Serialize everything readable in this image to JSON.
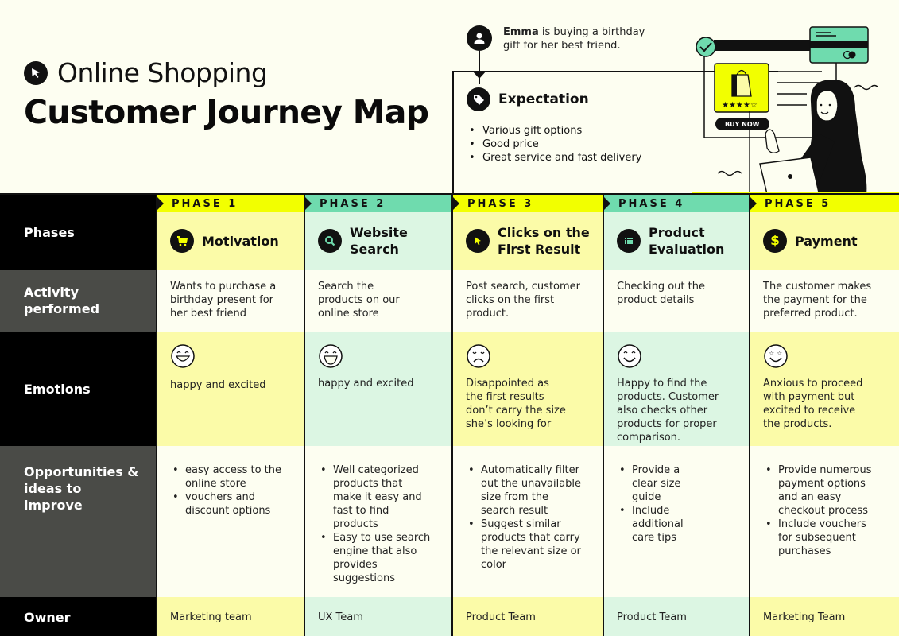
{
  "header": {
    "subtitle": "Online Shopping",
    "title": "Customer Journey Map",
    "subtitle_icon": "cursor-icon"
  },
  "persona": {
    "name": "Emma",
    "text": " is buying a birthday gift for her best friend.",
    "icon": "user-icon"
  },
  "expectation": {
    "title": "Expectation",
    "icon": "tag-icon",
    "items": [
      "Various gift options",
      "Good price",
      "Great service and fast delivery"
    ]
  },
  "illustration": {
    "button_label": "BUY NOW",
    "rating": "★★★★☆"
  },
  "colors": {
    "yellow_accent": "#f2ff00",
    "green_accent": "#6fdbae",
    "yellow_cell": "#fbfba8",
    "green_cell": "#dcf6e3",
    "background": "#fdfef1",
    "dark_gray": "#4a4b47"
  },
  "rows": {
    "phases": "Phases",
    "activity": "Activity performed",
    "emotions": "Emotions",
    "opportunities": "Opportunities & ideas to improve",
    "owner": "Owner"
  },
  "phases": [
    {
      "tag": "PHASE 1",
      "name": "Motivation",
      "icon": "cart-icon",
      "activity": "Wants to purchase a birthday present for her best friend",
      "emotion_icon": "laughing-face-icon",
      "emotion": "happy and excited",
      "opportunities": [
        "easy access to the online store",
        "vouchers and discount options"
      ],
      "owner": "Marketing team"
    },
    {
      "tag": "PHASE 2",
      "name": "Website Search",
      "icon": "search-icon",
      "activity": "Search the products on our online store",
      "emotion_icon": "grinning-face-icon",
      "emotion": "happy and excited",
      "opportunities": [
        "Well categorized products that make it easy and fast to find products",
        "Easy to use search engine that also provides suggestions"
      ],
      "owner": "UX Team"
    },
    {
      "tag": "PHASE 3",
      "name": "Clicks on the First Result",
      "icon": "cursor-icon",
      "activity": "Post search, customer clicks on the first product.",
      "emotion_icon": "sad-face-icon",
      "emotion": "Disappointed as the first results don’t carry the size she’s looking for",
      "opportunities": [
        "Automatically filter out the unavailable size from the search result",
        "Suggest similar products that carry the relevant size or color"
      ],
      "owner": "Product Team"
    },
    {
      "tag": "PHASE 4",
      "name": "Product Evaluation",
      "icon": "list-icon",
      "activity": "Checking out the product details",
      "emotion_icon": "smiling-face-icon",
      "emotion": "Happy to find the products. Customer also checks other products for proper comparison.",
      "opportunities": [
        "Provide a clear size guide",
        "Include additional care tips"
      ],
      "owner": "Product Team"
    },
    {
      "tag": "PHASE 5",
      "name": "Payment",
      "icon": "dollar-icon",
      "activity": "The customer makes the payment for the preferred product.",
      "emotion_icon": "star-eyes-face-icon",
      "emotion": "Anxious to proceed with payment but excited to receive the products.",
      "opportunities": [
        "Provide numerous payment options and an easy checkout process",
        "Include vouchers for subsequent purchases"
      ],
      "owner": "Marketing Team"
    }
  ]
}
